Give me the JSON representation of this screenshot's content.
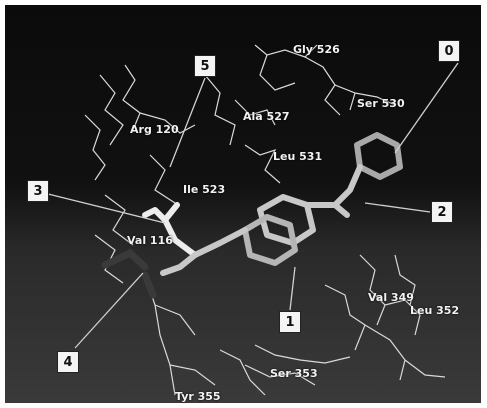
{
  "residues": {
    "gly526": "Gly 526",
    "ser530": "Ser 530",
    "arg120": "Arg 120",
    "ala527": "Ala 527",
    "leu531": "Leu 531",
    "ile523": "Ile 523",
    "val116": "Val 116",
    "val349": "Val 349",
    "leu352": "Leu 352",
    "ser353": "Ser 353",
    "tyr355": "Tyr 355"
  },
  "callouts": {
    "c0": "0",
    "c1": "1",
    "c2": "2",
    "c3": "3",
    "c4": "4",
    "c5": "5"
  },
  "colors": {
    "background_top": "#0b0b0b",
    "background_bottom": "#3a3a3a",
    "ligand": "#c8c8c8",
    "residue_wire": "#d9d9d9"
  }
}
